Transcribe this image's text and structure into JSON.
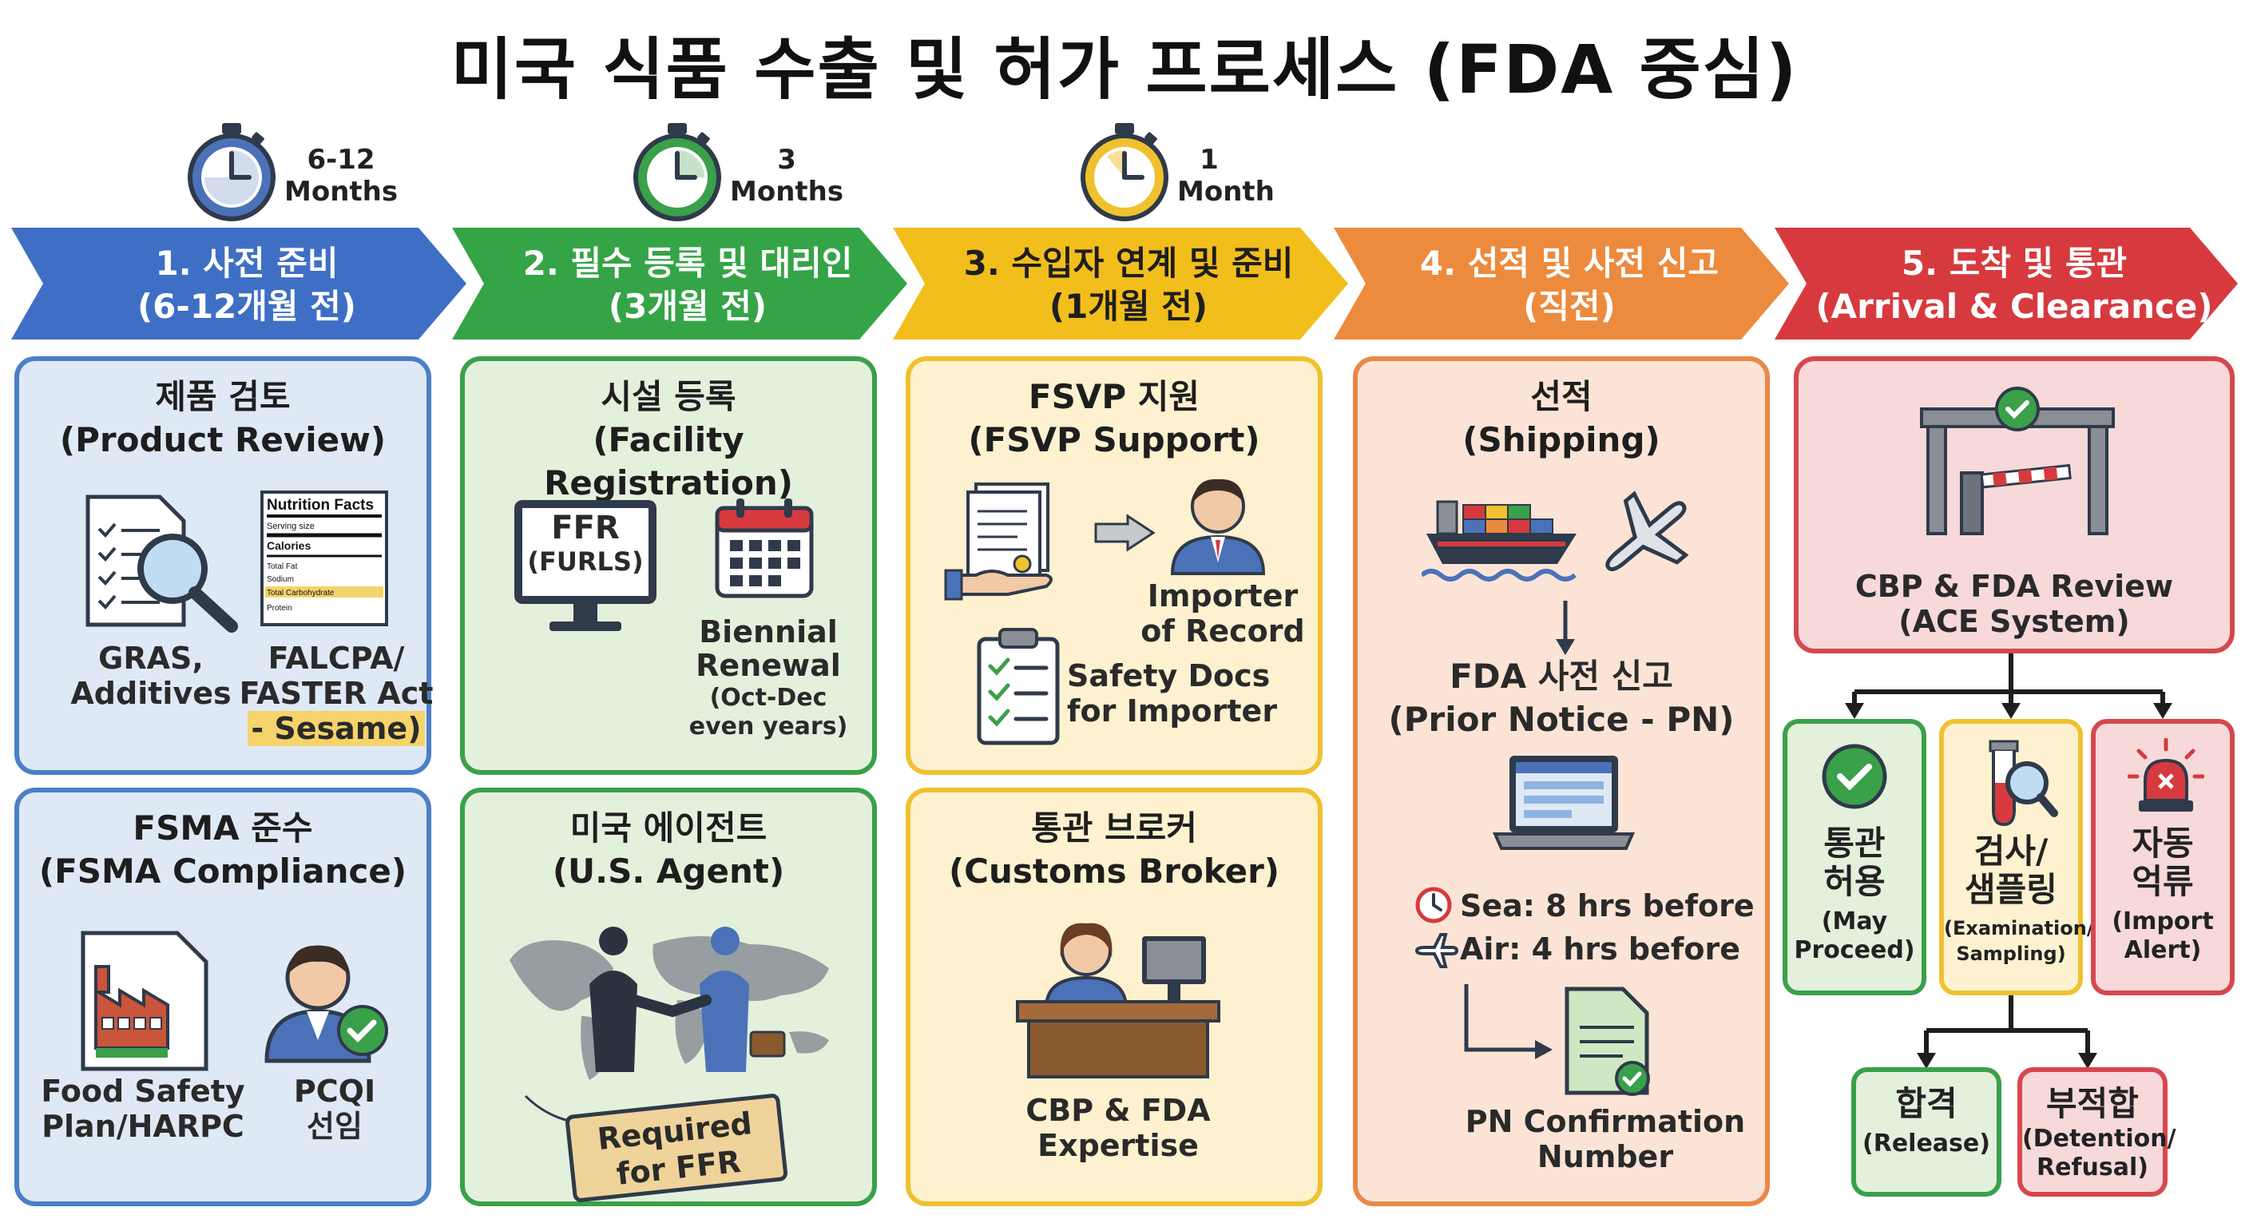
{
  "title": "미국 식품 수출 및 허가 프로세스 (FDA 중심)",
  "timers": [
    {
      "n": "6-12",
      "unit": "Months",
      "color": "#4b72b8"
    },
    {
      "n": "3",
      "unit": "Months",
      "color": "#3aa04a"
    },
    {
      "n": "1",
      "unit": "Month",
      "color": "#f0c12e"
    }
  ],
  "phases": [
    {
      "line1": "1. 사전 준비",
      "line2": "(6-12개월 전)",
      "color": "#3f6fc4"
    },
    {
      "line1": "2. 필수 등록 및 대리인",
      "line2": "(3개월 전)",
      "color": "#35a447"
    },
    {
      "line1": "3. 수입자 연계 및 준비",
      "line2": "(1개월 전)",
      "color": "#f2be1c"
    },
    {
      "line1": "4. 선적 및 사전 신고",
      "line2": "(직전)",
      "color": "#ec8a3d"
    },
    {
      "line1": "5. 도착 및 통관",
      "line2": "(Arrival & Clearance)",
      "color": "#d63a3f"
    }
  ],
  "col1": {
    "card1": {
      "title_ko": "제품 검토",
      "title_en": "(Product Review)",
      "item1": "GRAS,\nAdditives",
      "label_box": {
        "title": "Nutrition Facts",
        "rows": [
          "Serving size",
          "Calories",
          "Total Fat",
          "Sodium",
          "Total Carbohydrate",
          "Protein"
        ]
      },
      "item2_line1": "FALCPA/",
      "item2_line2": "FASTER Act",
      "item2_line3": "- Sesame)"
    },
    "card2": {
      "title_ko": "FSMA 준수",
      "title_en": "(FSMA Compliance)",
      "item1": "Food Safety\nPlan/HARPC",
      "item2": "PCQI\n선임"
    }
  },
  "col2": {
    "card1": {
      "title_ko": "시설 등록",
      "title_en": "(Facility Registration)",
      "monitor_l1": "FFR",
      "monitor_l2": "(FURLS)",
      "item_l1": "Biennial",
      "item_l2": "Renewal",
      "item_note": "(Oct-Dec\neven years)"
    },
    "card2": {
      "title_ko": "미국 에이전트",
      "title_en": "(U.S. Agent)",
      "tag": "Required\nfor FFR"
    }
  },
  "col3": {
    "card1": {
      "title_ko": "FSVP 지원",
      "title_en": "(FSVP Support)",
      "importer": "Importer\nof Record",
      "safety": "Safety Docs\nfor Importer"
    },
    "card2": {
      "title_ko": "통관 브로커",
      "title_en": "(Customs Broker)",
      "item": "CBP & FDA\nExpertise"
    }
  },
  "col4": {
    "title_ko": "선적",
    "title_en": "(Shipping)",
    "pn_ko": "FDA 사전 신고",
    "pn_en": "(Prior Notice - PN)",
    "sea": "Sea: 8 hrs before",
    "air": "Air: 4 hrs before",
    "confirm": "PN Confirmation\nNumber"
  },
  "col5": {
    "review_l1": "CBP & FDA Review",
    "review_l2": "(ACE System)",
    "proceed_ko": "통관\n허용",
    "proceed_en": "(May\nProceed)",
    "exam_ko": "검사/\n샘플링",
    "exam_en": "(Examination/\nSampling)",
    "alert_ko": "자동\n억류",
    "alert_en": "(Import\nAlert)",
    "release_ko": "합격",
    "release_en": "(Release)",
    "refusal_ko": "부적합",
    "refusal_en": "(Detention/\nRefusal)"
  }
}
